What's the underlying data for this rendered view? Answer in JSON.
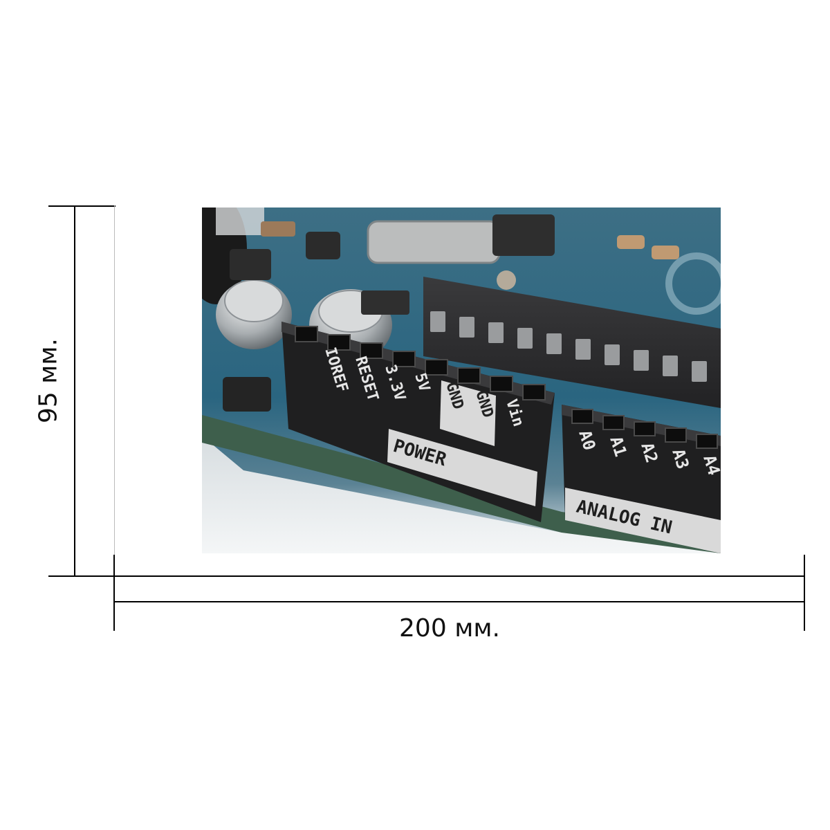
{
  "dimensions": {
    "width_label": "200 мм.",
    "height_label": "95 мм."
  },
  "photo": {
    "subject": "arduino-board-power-header",
    "power_header": {
      "pin_labels": [
        "IOREF",
        "RESET",
        "3.3V",
        "5V",
        "GND",
        "GND",
        "Vin"
      ],
      "section_label": "POWER"
    },
    "analog_header": {
      "pin_labels": [
        "A0",
        "A1",
        "A2",
        "A3",
        "A4"
      ],
      "section_label": "ANALOG IN"
    },
    "colors": {
      "pcb": "#1f5a78",
      "header": "#1e1e1e",
      "chip": "#2a2a2a",
      "label_bg": "#d9d9d9"
    }
  }
}
